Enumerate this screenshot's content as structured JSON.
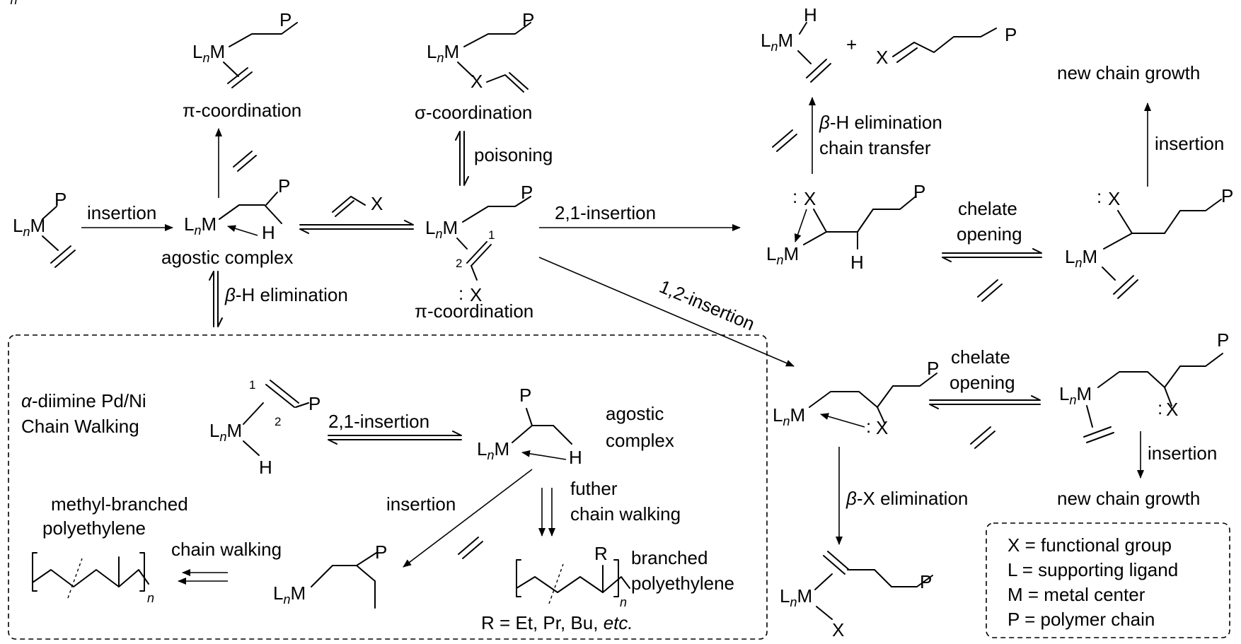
{
  "atoms": {
    "lnm_l": "L",
    "lnm_n": "n",
    "lnm_m": "M",
    "l_sub": "L",
    "m": "M",
    "p": "P",
    "h": "H",
    "x": "X",
    "lone_pair": ":",
    "plus": "+",
    "poly_n": "n",
    "r": "R"
  },
  "positions": {
    "one": "1",
    "two": "2"
  },
  "labels": {
    "pi_coordination": "π-coordination",
    "sigma_coordination": "σ-coordination",
    "poisoning": "poisoning",
    "insertion": "insertion",
    "agostic_complex": "agostic complex",
    "beta_h_elimination": "β-H elimination",
    "beta_h_elimination_top": "β-H elimination",
    "chain_transfer": "chain transfer",
    "new_chain_growth": "new chain growth",
    "insertion_21": "2,1-insertion",
    "insertion_12": "1,2-insertion",
    "chelate": "chelate",
    "opening": "opening",
    "beta_x_elimination": "β-X elimination",
    "pi_coordination_x": "π-coordination"
  },
  "chain_walking_box": {
    "title_line1": "α-diimine Pd/Ni",
    "title_line2": "Chain Walking",
    "insertion_21": "2,1-insertion",
    "agostic_line1": "agostic",
    "agostic_line2": "complex",
    "insertion": "insertion",
    "futher": "futher",
    "chain_walking_line": "chain walking",
    "methyl_branched_line1": "methyl-branched",
    "methyl_branched_line2": "polyethylene",
    "chain_walking": "chain walking",
    "branched_line1": "branched",
    "branched_line2": "polyethylene",
    "r_list_prefix": "R = Et, Pr, Bu, ",
    "r_list_etc": "etc."
  },
  "legend": {
    "items": [
      "X = functional group",
      "L = supporting ligand",
      "M = metal center",
      "P = polymer chain"
    ]
  }
}
